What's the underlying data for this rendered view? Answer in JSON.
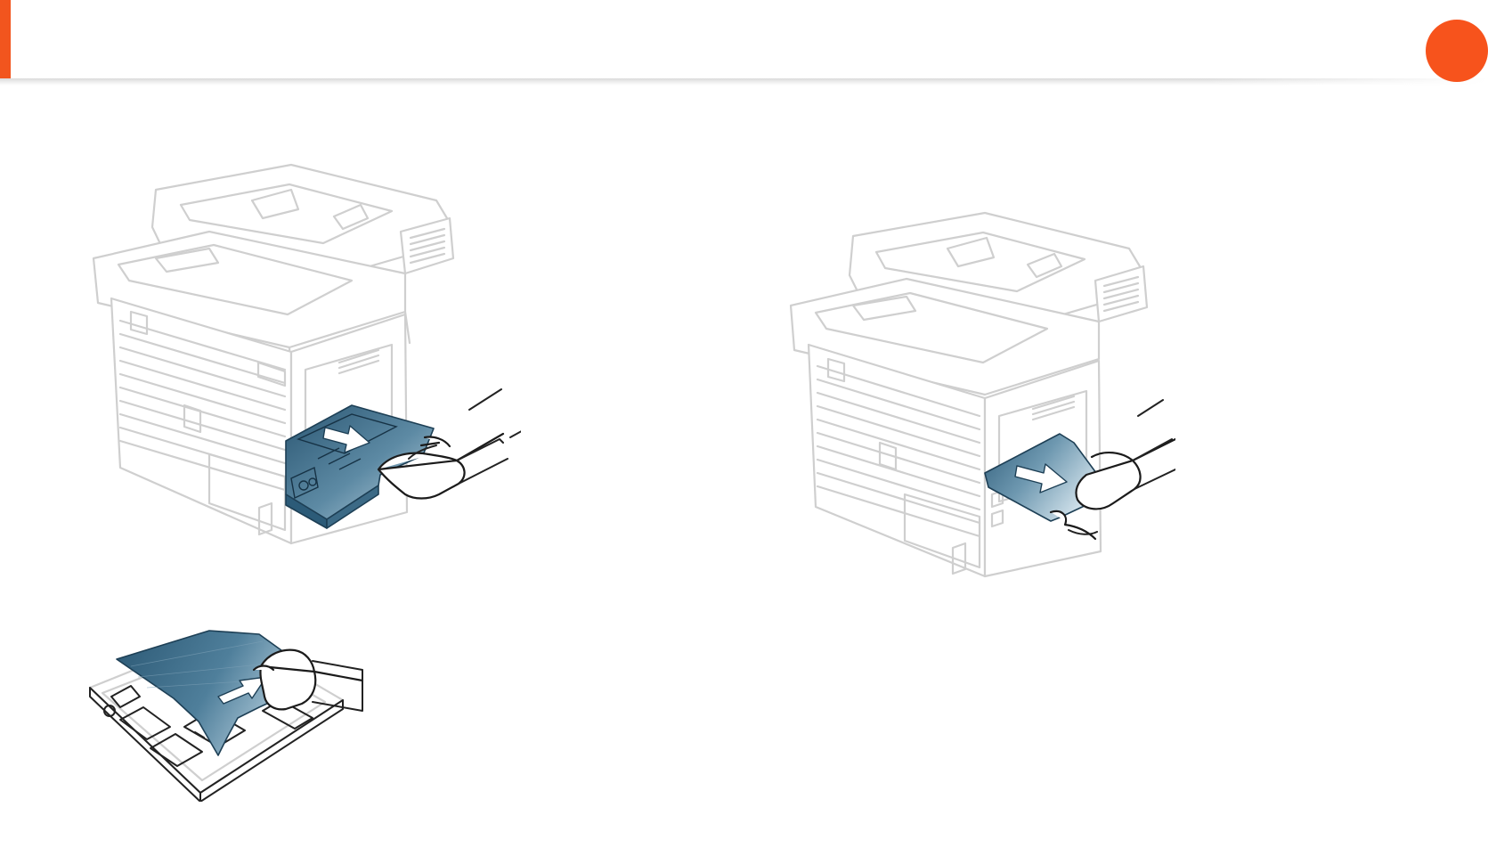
{
  "header": {
    "accent_color": "#f2551e",
    "page_badge": {
      "label": "",
      "color": "#f7531c"
    }
  },
  "illustrations": [
    {
      "id": "remove-rear-duplex-unit",
      "icon": "printer-rear-duplex-unit-pull"
    },
    {
      "id": "pull-jammed-paper-from-rear",
      "icon": "printer-rear-paper-pull"
    },
    {
      "id": "pull-paper-from-duplex-unit",
      "icon": "duplex-unit-paper-pull"
    }
  ],
  "colors": {
    "paper": "#2f5e7a",
    "outline": "#cfcfcf",
    "hand": "#1b1b1b"
  }
}
